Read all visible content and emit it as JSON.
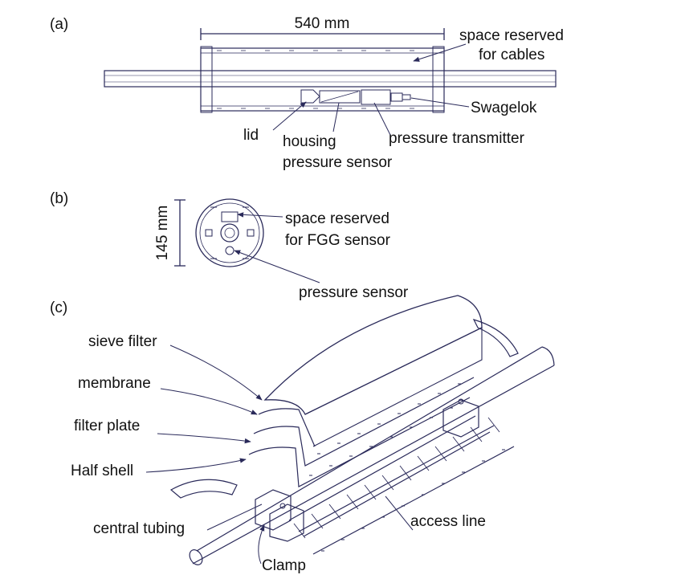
{
  "panel_a": {
    "tag": "(a)",
    "dimension": "540 mm",
    "labels": {
      "cables": [
        "space reserved",
        "for cables"
      ],
      "swagelok": "Swagelok",
      "lid": "lid",
      "housing": [
        "housing",
        "pressure sensor"
      ],
      "transmitter": "pressure transmitter"
    }
  },
  "panel_b": {
    "tag": "(b)",
    "dimension": "145 mm",
    "labels": {
      "fgg": [
        "space reserved",
        "for FGG sensor"
      ],
      "pressure_sensor": "pressure sensor"
    }
  },
  "panel_c": {
    "tag": "(c)",
    "labels": {
      "sieve_filter": "sieve filter",
      "membrane": "membrane",
      "filter_plate": "filter plate",
      "half_shell": "Half shell",
      "central_tubing": "central tubing",
      "clamp": "Clamp",
      "access_line": "access line"
    }
  },
  "colors": {
    "line": "#2a2a5a",
    "text": "#111111"
  }
}
